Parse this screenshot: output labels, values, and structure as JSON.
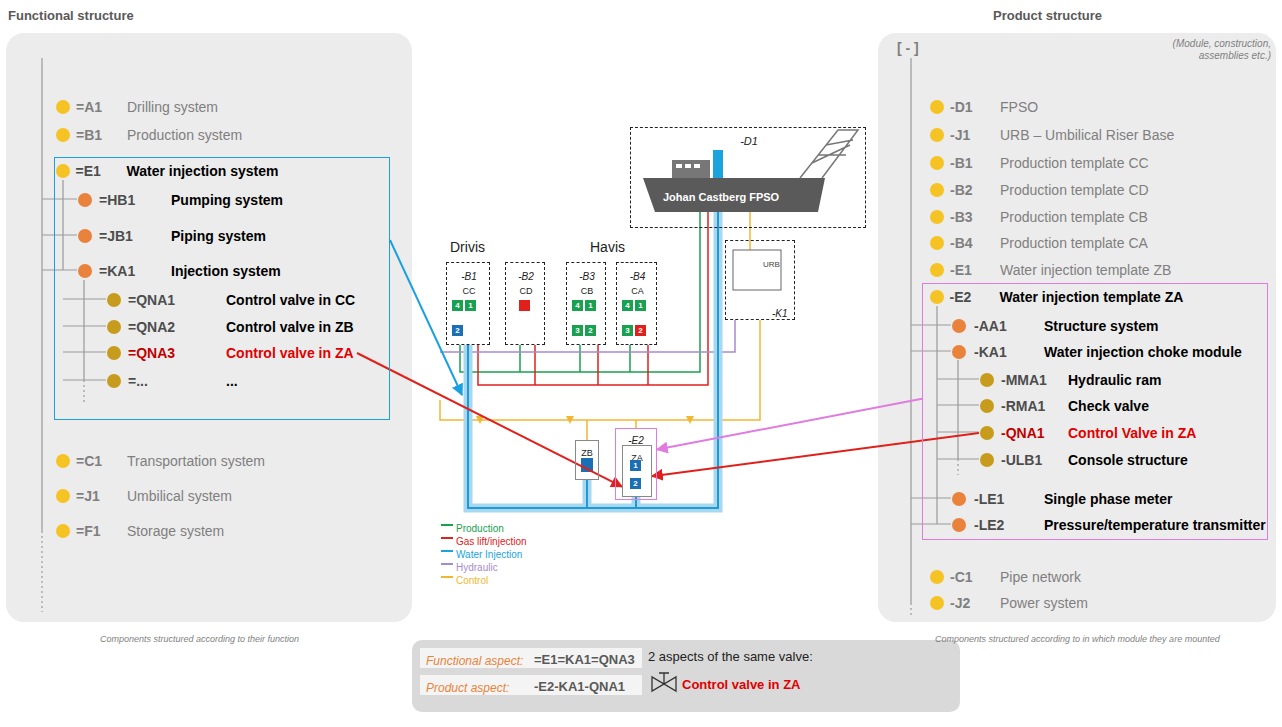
{
  "diagram": {
    "nodes": [
      {
        "text": [
          "Functional structure"
        ]
      },
      {
        "text": [
          "=A1",
          "Drilling system"
        ],
        "in": 0
      },
      {
        "text": [
          "=B1",
          "Production system"
        ],
        "in": 0
      },
      {
        "text": [
          "=E1",
          "Water injection system"
        ],
        "in": 0
      },
      {
        "text": [
          "=HB1",
          "Pumping system"
        ],
        "in": 3
      },
      {
        "text": [
          "=JB1",
          "Piping system"
        ],
        "in": 3
      },
      {
        "text": [
          "=KA1",
          "Injection system"
        ],
        "in": 3
      },
      {
        "text": [
          "=QNA1",
          "Control valve in CC"
        ],
        "in": 3
      },
      {
        "text": [
          "=QNA2",
          "Control valve in ZB"
        ],
        "in": 3
      },
      {
        "text": [
          "=QNA3",
          "Control valve in ZA"
        ],
        "in": 3
      },
      {
        "text": [
          "=...",
          "..."
        ],
        "in": 3
      },
      {
        "text": [
          "=C1",
          "Transportation system"
        ],
        "in": 0
      },
      {
        "text": [
          "=J1",
          "Umbilical system"
        ],
        "in": 0
      },
      {
        "text": [
          "=F1",
          "Storage system"
        ],
        "in": 0
      },
      {
        "text": [
          "Product structure",
          "[ - ]",
          "(Module, construction, assemblies etc.)"
        ]
      },
      {
        "text": [
          "-D1",
          "FPSO"
        ],
        "in": 14
      },
      {
        "text": [
          "-J1",
          "URB – Umbilical Riser Base"
        ],
        "in": 14
      },
      {
        "text": [
          "-B1",
          "Production template CC"
        ],
        "in": 14
      },
      {
        "text": [
          "-B2",
          "Production template CD"
        ],
        "in": 14
      },
      {
        "text": [
          "-B3",
          "Production template CB"
        ],
        "in": 14
      },
      {
        "text": [
          "-B4",
          "Production template CA"
        ],
        "in": 14
      },
      {
        "text": [
          "-E1",
          "Water injection template ZB"
        ],
        "in": 14
      },
      {
        "text": [
          "-E2",
          "Water injection template ZA"
        ],
        "in": 14
      },
      {
        "text": [
          "-AA1",
          "Structure system"
        ],
        "in": 22
      },
      {
        "text": [
          "-KA1",
          "Water injection choke module"
        ],
        "in": 22
      },
      {
        "text": [
          "-MMA1",
          "Hydraulic ram"
        ],
        "in": 22
      },
      {
        "text": [
          "-RMA1",
          "Check valve"
        ],
        "in": 22
      },
      {
        "text": [
          "-QNA1",
          "Control Valve in ZA"
        ],
        "in": 22
      },
      {
        "text": [
          "-ULB1",
          "Console structure"
        ],
        "in": 22
      },
      {
        "text": [
          "-LE1",
          "Single phase meter"
        ],
        "in": 22
      },
      {
        "text": [
          "-LE2",
          "Pressure/temperature transmitter"
        ],
        "in": 22
      },
      {
        "text": [
          "-C1",
          "Pipe network"
        ],
        "in": 14
      },
      {
        "text": [
          "-J2",
          "Power system"
        ],
        "in": 14
      },
      {
        "text": [
          "-D1",
          "Johan Castberg FPSO"
        ]
      },
      {
        "text": [
          "-B1",
          "CC"
        ]
      },
      {
        "text": [
          "-B2",
          "CD"
        ]
      },
      {
        "text": [
          "-B3",
          "CB"
        ]
      },
      {
        "text": [
          "-B4",
          "CA"
        ]
      },
      {
        "text": [
          "URB",
          "-K1"
        ]
      },
      {
        "text": [
          "ZB"
        ]
      },
      {
        "text": [
          "-E2"
        ]
      },
      {
        "text": [
          "ZA"
        ],
        "in": 40
      },
      {
        "text": [
          "Functional aspect:",
          "=E1=KA1=QNA3",
          "Product aspect:",
          "-E2-KA1-QNA1",
          "2 aspects of the same valve:",
          "Control valve in ZA"
        ]
      }
    ],
    "edges": [
      {
        "from": 9,
        "to": 41,
        "arrow": "to"
      },
      {
        "from": 27,
        "to": 41,
        "arrow": "to"
      },
      {
        "from": 22,
        "to": 40,
        "arrow": "to"
      }
    ],
    "labels": [
      "Components structured according to their function",
      "Components structured according to in which module they are mounted",
      "Drivis",
      "Havis",
      "4",
      "1",
      "2",
      "4",
      "1",
      "3",
      "2",
      "4",
      "1",
      "3",
      "2",
      "1",
      "2"
    ],
    "legend": [
      {
        "text": "Production",
        "color": "#19a050"
      },
      {
        "text": "Gas lift/injection",
        "color": "#e0201b"
      },
      {
        "text": "Water Injection",
        "color": "#1aa3dc"
      },
      {
        "text": "Hydraulic",
        "color": "#a78bd0"
      },
      {
        "text": "Control",
        "color": "#f2b630"
      }
    ]
  }
}
